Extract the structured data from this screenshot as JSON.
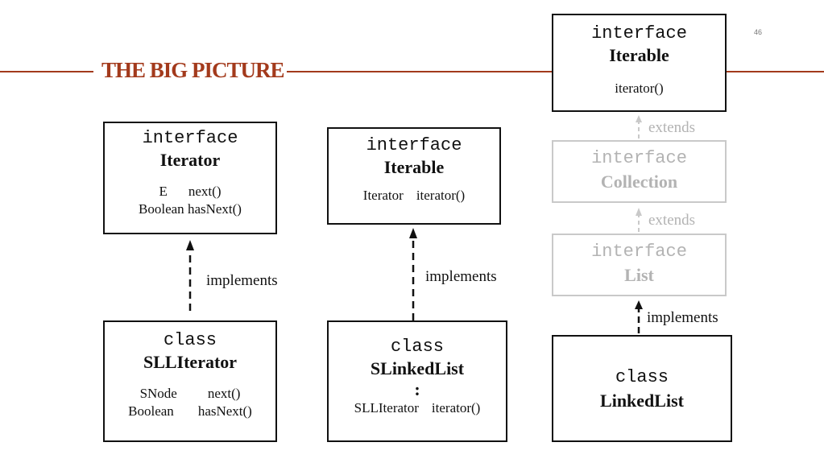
{
  "page": {
    "title": "THE BIG PICTURE",
    "page_number": "46"
  },
  "boxes": {
    "iterator_interface": {
      "keyword": "interface",
      "name": "Iterator",
      "methods": [
        [
          "E",
          "next()"
        ],
        [
          "Boolean",
          "hasNext()"
        ]
      ]
    },
    "iterable_interface": {
      "keyword": "interface",
      "name": "Iterable",
      "methods": [
        [
          "Iterator",
          "iterator()"
        ]
      ]
    },
    "sll_iterator_class": {
      "keyword": "class",
      "name": "SLLIterator",
      "methods": [
        [
          "SNode",
          "next()"
        ],
        [
          "Boolean",
          "hasNext()"
        ]
      ]
    },
    "slinkedlist_class": {
      "keyword": "class",
      "name": "SLinkedList",
      "ellipsis": ":",
      "methods": [
        [
          "SLLIterator",
          "iterator()"
        ]
      ]
    },
    "iterable_top": {
      "keyword": "interface",
      "name": "Iterable",
      "methods": [
        [
          "",
          "iterator()"
        ]
      ]
    },
    "collection_interface": {
      "keyword": "interface",
      "name": "Collection"
    },
    "list_interface": {
      "keyword": "interface",
      "name": "List"
    },
    "linkedlist_class": {
      "keyword": "class",
      "name": "LinkedList"
    }
  },
  "relations": {
    "sll_iterator_to_iterator": "implements",
    "slinkedlist_to_iterable": "implements",
    "collection_to_iterable": "extends",
    "list_to_collection": "extends",
    "linkedlist_to_list": "implements"
  },
  "colors": {
    "accent": "#a33a1c",
    "faded": "#b3b3b3",
    "ink": "#111111"
  }
}
